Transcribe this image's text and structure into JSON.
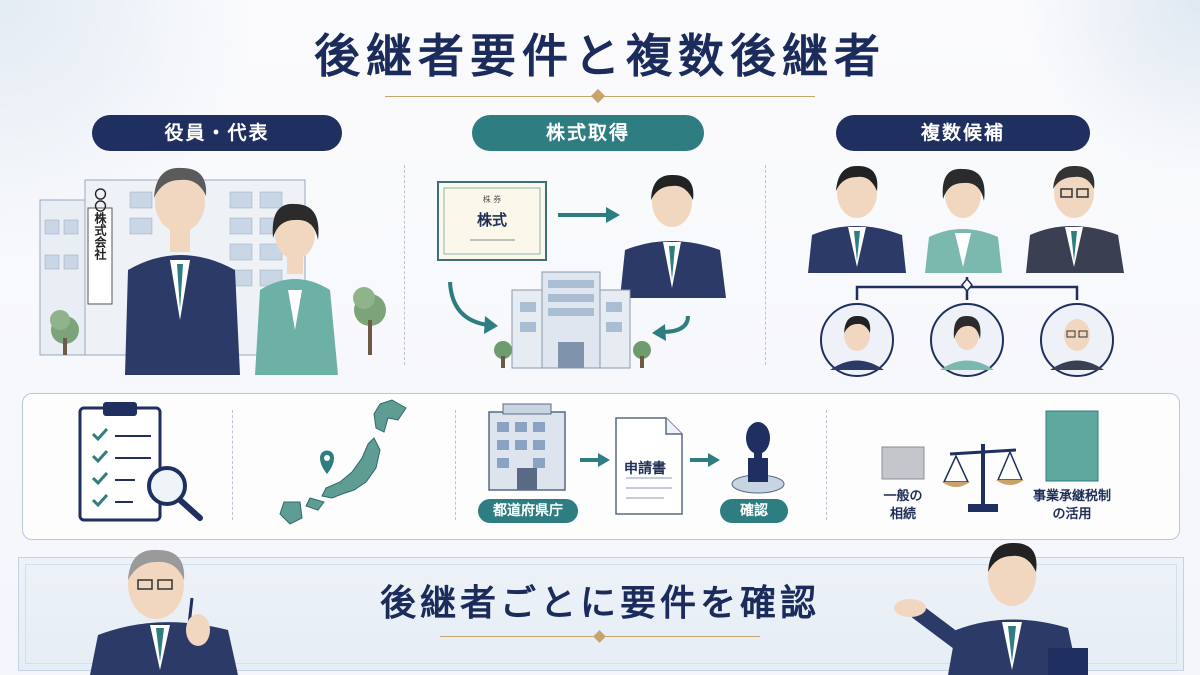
{
  "title": "後継者要件と複数後継者",
  "sections": [
    {
      "label": "役員・代表",
      "style": "navy"
    },
    {
      "label": "株式取得",
      "style": "teal"
    },
    {
      "label": "複数候補",
      "style": "navy"
    }
  ],
  "company_sign": "〇〇株式会社",
  "certificate": {
    "header": "株 券",
    "text": "株式"
  },
  "requirements": {
    "office_label": "都道府県庁",
    "document_label": "申請書",
    "confirm_label": "確認",
    "general_label_1": "一般の",
    "general_label_2": "相続",
    "special_label_1": "事業承継税制",
    "special_label_2": "の活用"
  },
  "banner": "後継者ごとに要件を確認",
  "colors": {
    "navy": "#1f2f5f",
    "teal": "#2e7d80",
    "gold": "#c9a46a"
  }
}
